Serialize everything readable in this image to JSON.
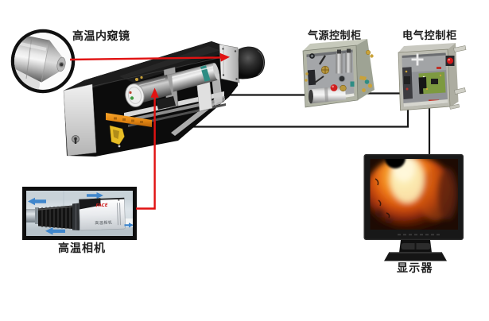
{
  "labels": {
    "endoscope": "高温内窥镜",
    "air_cabinet": "气源控制柜",
    "electric_cabinet": "电气控制柜",
    "camera": "高温相机",
    "monitor": "显示器"
  },
  "camera_body": {
    "brand": "FACE",
    "model": "高温相机"
  },
  "colors": {
    "callout_red": "#e11212",
    "connector_black": "#161616",
    "arrow_blue": "#3f86cc",
    "rail_orange": "#e88a14",
    "pcb_green": "#7d9a40",
    "fire_core": "#fff7d8"
  },
  "connections": [
    {
      "from": "main-unit",
      "to": "air-control-cabinet",
      "type": "cable"
    },
    {
      "from": "air-control-cabinet",
      "to": "electric-control-cabinet",
      "type": "cable"
    },
    {
      "from": "main-unit",
      "to": "electric-control-cabinet",
      "type": "cable"
    },
    {
      "from": "electric-control-cabinet",
      "to": "monitor",
      "type": "cable"
    },
    {
      "from": "endoscope-callout",
      "to": "main-unit",
      "type": "red-pointer"
    },
    {
      "from": "camera-callout",
      "to": "main-unit",
      "type": "red-pointer"
    }
  ]
}
